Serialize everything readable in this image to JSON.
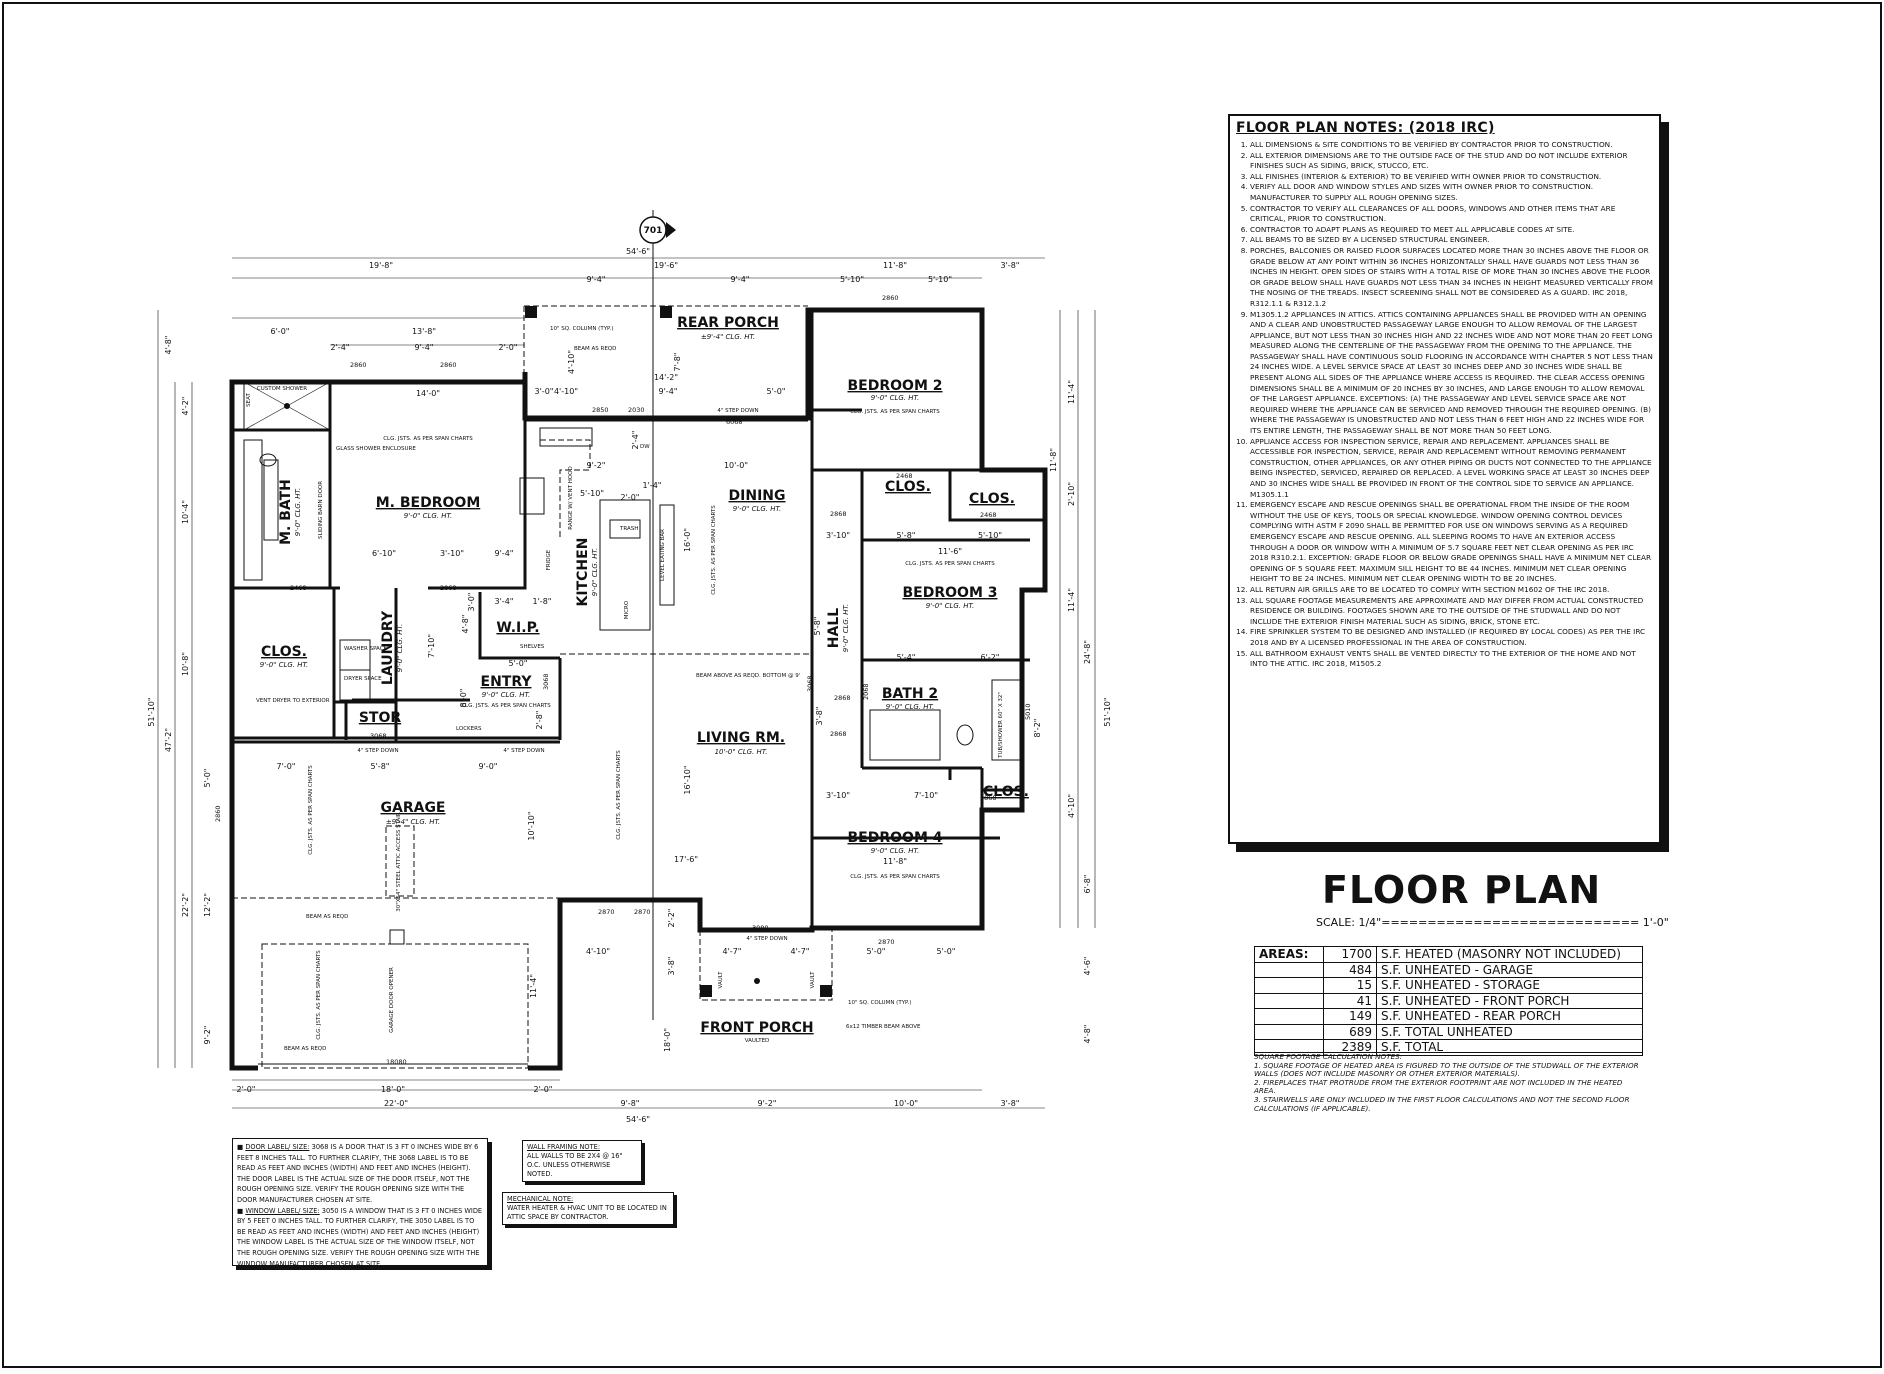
{
  "notes": {
    "title": "FLOOR PLAN NOTES: (2018 IRC)",
    "items": [
      "ALL DIMENSIONS & SITE CONDITIONS TO BE VERIFIED BY CONTRACTOR PRIOR TO CONSTRUCTION.",
      "ALL EXTERIOR DIMENSIONS ARE TO THE OUTSIDE FACE OF THE STUD AND DO NOT INCLUDE EXTERIOR FINISHES SUCH AS SIDING, BRICK, STUCCO, ETC.",
      "ALL FINISHES (INTERIOR & EXTERIOR) TO BE VERIFIED WITH OWNER PRIOR TO CONSTRUCTION.",
      "VERIFY ALL DOOR AND WINDOW STYLES AND SIZES WITH OWNER PRIOR TO CONSTRUCTION. MANUFACTURER TO SUPPLY ALL ROUGH OPENING SIZES.",
      "CONTRACTOR TO VERIFY ALL CLEARANCES OF ALL DOORS, WINDOWS AND OTHER ITEMS THAT ARE CRITICAL, PRIOR TO CONSTRUCTION.",
      "CONTRACTOR TO ADAPT PLANS AS REQUIRED TO MEET ALL APPLICABLE CODES AT SITE.",
      "ALL BEAMS TO BE SIZED BY A LICENSED STRUCTURAL ENGINEER.",
      "PORCHES, BALCONIES OR RAISED FLOOR SURFACES LOCATED MORE THAN 30 INCHES ABOVE THE FLOOR OR GRADE BELOW AT ANY POINT WITHIN 36 INCHES HORIZONTALLY SHALL HAVE GUARDS NOT LESS THAN 36 INCHES IN HEIGHT. OPEN SIDES OF STAIRS WITH A TOTAL RISE OF MORE THAN 30 INCHES ABOVE THE FLOOR OR GRADE BELOW SHALL HAVE GUARDS NOT LESS THAN 34 INCHES IN HEIGHT MEASURED VERTICALLY FROM THE NOSING OF THE TREADS. INSECT SCREENING SHALL NOT BE CONSIDERED AS A GUARD. IRC 2018, R312.1.1 & R312.1.2",
      "M1305.1.2 APPLIANCES IN ATTICS. ATTICS CONTAINING APPLIANCES SHALL BE PROVIDED WITH AN OPENING AND A CLEAR AND UNOBSTRUCTED PASSAGEWAY LARGE ENOUGH TO ALLOW REMOVAL OF THE LARGEST APPLIANCE, BUT NOT LESS THAN 30 INCHES HIGH AND 22 INCHES WIDE AND NOT MORE THAN 20 FEET LONG MEASURED ALONG THE CENTERLINE OF THE PASSAGEWAY FROM THE OPENING TO THE APPLIANCE. THE PASSAGEWAY SHALL HAVE CONTINUOUS SOLID FLOORING IN ACCORDANCE WITH CHAPTER 5 NOT LESS THAN 24 INCHES WIDE. A LEVEL SERVICE SPACE AT LEAST 30 INCHES DEEP AND 30 INCHES WIDE SHALL BE PRESENT ALONG ALL SIDES OF THE APPLIANCE WHERE ACCESS IS REQUIRED. THE CLEAR ACCESS OPENING DIMENSIONS SHALL BE A MINIMUM OF 20 INCHES BY 30 INCHES, AND LARGE ENOUGH TO ALLOW REMOVAL OF THE LARGEST APPLIANCE. EXCEPTIONS: (A) THE PASSAGEWAY AND LEVEL SERVICE SPACE ARE NOT REQUIRED WHERE THE APPLIANCE CAN BE SERVICED AND REMOVED THROUGH THE REQUIRED OPENING. (B) WHERE THE PASSAGEWAY IS UNOBSTRUCTED AND NOT LESS THAN 6 FEET HIGH AND 22 INCHES WIDE FOR ITS ENTIRE LENGTH, THE PASSAGEWAY SHALL BE NOT MORE THAN 50 FEET LONG.",
      "APPLIANCE ACCESS FOR INSPECTION SERVICE, REPAIR AND REPLACEMENT. APPLIANCES SHALL BE ACCESSIBLE FOR INSPECTION, SERVICE, REPAIR AND REPLACEMENT WITHOUT REMOVING PERMANENT CONSTRUCTION, OTHER APPLIANCES, OR ANY OTHER PIPING OR DUCTS NOT CONNECTED TO THE APPLIANCE BEING INSPECTED, SERVICED, REPAIRED OR REPLACED. A LEVEL WORKING SPACE AT LEAST 30 INCHES DEEP AND 30 INCHES WIDE SHALL BE PROVIDED IN FRONT OF THE CONTROL SIDE TO SERVICE AN APPLIANCE. M1305.1.1",
      "EMERGENCY ESCAPE AND RESCUE OPENINGS SHALL BE OPERATIONAL FROM THE INSIDE OF THE ROOM WITHOUT THE USE OF KEYS, TOOLS OR SPECIAL KNOWLEDGE. WINDOW OPENING CONTROL DEVICES COMPLYING WITH ASTM F 2090 SHALL BE PERMITTED FOR USE ON WINDOWS SERVING AS A REQUIRED EMERGENCY ESCAPE AND RESCUE OPENING. ALL SLEEPING ROOMS TO HAVE AN EXTERIOR ACCESS THROUGH A DOOR OR WINDOW WITH A MINIMUM OF 5.7 SQUARE FEET NET CLEAR OPENING AS PER IRC 2018 R310.2.1. EXCEPTION: GRADE FLOOR OR BELOW GRADE OPENINGS SHALL HAVE A MINIMUM NET CLEAR OPENING OF 5 SQUARE FEET. MAXIMUM SILL HEIGHT TO BE 44 INCHES. MINIMUM NET CLEAR OPENING HEIGHT TO BE 24 INCHES. MINIMUM NET CLEAR OPENING WIDTH TO BE 20 INCHES.",
      "ALL RETURN AIR GRILLS ARE TO BE LOCATED TO COMPLY WITH SECTION M1602 OF THE IRC 2018.",
      "ALL SQUARE FOOTAGE MEASUREMENTS ARE APPROXIMATE AND MAY DIFFER FROM ACTUAL CONSTRUCTED RESIDENCE OR BUILDING. FOOTAGES SHOWN ARE TO THE OUTSIDE OF THE STUDWALL AND DO NOT INCLUDE THE EXTERIOR FINISH MATERIAL SUCH AS SIDING, BRICK, STONE ETC.",
      "FIRE SPRINKLER SYSTEM TO BE DESIGNED AND INSTALLED (IF REQUIRED BY LOCAL CODES) AS PER THE IRC 2018 AND BY A LICENSED PROFESSIONAL IN THE AREA OF CONSTRUCTION.",
      "ALL BATHROOM EXHAUST VENTS SHALL BE VENTED DIRECTLY TO THE EXTERIOR OF THE HOME AND NOT INTO THE ATTIC. IRC 2018, M1505.2"
    ]
  },
  "title": "FLOOR PLAN",
  "scale": "SCALE: 1/4\"============================ 1'-0\"",
  "areas": {
    "header": "AREAS:",
    "rows": [
      {
        "value": "1700",
        "label": "S.F. HEATED (MASONRY NOT INCLUDED)"
      },
      {
        "value": "484",
        "label": "S.F. UNHEATED - GARAGE"
      },
      {
        "value": "15",
        "label": "S.F. UNHEATED - STORAGE"
      },
      {
        "value": "41",
        "label": "S.F. UNHEATED - FRONT PORCH"
      },
      {
        "value": "149",
        "label": "S.F. UNHEATED - REAR PORCH"
      },
      {
        "value": "689",
        "label": "S.F. TOTAL UNHEATED"
      },
      {
        "value": "2389",
        "label": "S.F. TOTAL"
      }
    ],
    "notes_title": "SQUARE FOOTAGE CALCULATION NOTES:",
    "notes": [
      "1. SQUARE FOOTAGE OF HEATED AREA IS FIGURED TO THE OUTSIDE OF THE STUDWALL OF THE EXTERIOR WALLS (DOES NOT INCLUDE MASONRY OR OTHER EXTERIOR MATERIALS).",
      "2. FIREPLACES THAT PROTRUDE FROM THE EXTERIOR FOOTPRINT ARE NOT INCLUDED IN THE HEATED AREA.",
      "3. STAIRWELLS ARE ONLY INCLUDED IN THE FIRST FLOOR CALCULATIONS AND NOT THE SECOND FLOOR CALCULATIONS (IF APPLICABLE)."
    ]
  },
  "door_note": {
    "door_heading": "DOOR LABEL/ SIZE:",
    "door_text": "3068 IS A DOOR THAT IS 3 FT 0 INCHES WIDE BY 6 FEET 8 INCHES TALL. TO FURTHER CLARIFY, THE 3068 LABEL IS TO BE READ AS FEET AND INCHES (WIDTH) AND FEET AND INCHES (HEIGHT). THE DOOR LABEL IS THE ACTUAL SIZE OF THE DOOR ITSELF, NOT THE ROUGH OPENING SIZE. VERIFY THE ROUGH OPENING SIZE WITH THE DOOR MANUFACTURER CHOSEN AT SITE.",
    "window_heading": "WINDOW LABEL/ SIZE:",
    "window_text": "3050 IS A WINDOW THAT IS 3 FT 0 INCHES WIDE BY 5 FEET 0 INCHES TALL. TO FURTHER CLARIFY, THE 3050 LABEL IS TO BE READ AS FEET AND INCHES (WIDTH) AND FEET AND INCHES (HEIGHT) THE WINDOW LABEL IS THE ACTUAL SIZE OF THE WINDOW ITSELF, NOT THE ROUGH OPENING SIZE. VERIFY THE ROUGH OPENING SIZE WITH THE WINDOW MANUFACTURER CHOSEN AT SITE."
  },
  "wall_note": {
    "heading": "WALL FRAMING NOTE:",
    "text": "ALL WALLS TO BE 2X4 @ 16\" O.C. UNLESS OTHERWISE NOTED."
  },
  "mech_note": {
    "heading": "MECHANICAL NOTE:",
    "text": "WATER HEATER & HVAC UNIT TO BE LOCATED IN ATTIC SPACE BY CONTRACTOR."
  },
  "plan": {
    "section_tag": "701",
    "rooms": {
      "rear_porch": "REAR PORCH",
      "rear_porch_ht": "±9'-4\" CLG. HT.",
      "bedroom2": "BEDROOM 2",
      "bedroom2_ht": "9'-0\" CLG. HT.",
      "m_bedroom": "M. BEDROOM",
      "m_bedroom_ht": "9'-0\" CLG. HT.",
      "m_bath": "M. BATH",
      "m_bath_ht": "9'-0\" CLG. HT.",
      "dining": "DINING",
      "dining_ht": "9'-0\" CLG. HT.",
      "kitchen": "KITCHEN",
      "kitchen_ht": "9'-0\" CLG. HT.",
      "clos_a": "CLOS.",
      "clos_b": "CLOS.",
      "clos_c": "CLOS.",
      "bedroom3": "BEDROOM 3",
      "bedroom3_ht": "9'-0\" CLG. HT.",
      "hall": "HALL",
      "hall_ht": "9'-0\" CLG. HT.",
      "clos_mb": "CLOS.",
      "clos_mb_ht": "9'-0\" CLG. HT.",
      "laundry": "LAUNDRY",
      "laundry_ht": "9'-0\" CLG. HT.",
      "wip": "W.I.P.",
      "entry": "ENTRY",
      "entry_ht": "9'-0\" CLG. HT.",
      "living": "LIVING RM.",
      "living_ht": "10'-0\" CLG. HT.",
      "bath2": "BATH 2",
      "bath2_ht": "9'-0\" CLG. HT.",
      "stor": "STOR",
      "garage": "GARAGE",
      "garage_ht": "±9'-4\" CLG. HT.",
      "bedroom4": "BEDROOM 4",
      "bedroom4_ht": "9'-0\" CLG. HT.",
      "front_porch": "FRONT PORCH",
      "front_porch_sub": "VAULTED"
    },
    "labels": {
      "joists": "CLG. JSTS. AS PER SPAN CHARTS",
      "custom_shower": "CUSTOM SHOWER",
      "seat": "SEAT",
      "glass_shower": "GLASS SHOWER ENCLOSURE",
      "barn_door": "SLIDING BARN DOOR",
      "column_rear": "10\" SQ. COLUMN (TYP.)",
      "beam_rear": "BEAM AS REQD",
      "step_rear": "4\" STEP DOWN",
      "step_garage1": "4\" STEP DOWN",
      "step_garage2": "4\" STEP DOWN",
      "step_front": "4\" STEP DOWN",
      "vent_dryer": "VENT DRYER TO EXTERIOR",
      "washer": "WASHER SPACE",
      "dryer": "DRYER SPACE",
      "shelves": "SHELVES",
      "lockers": "LOCKERS",
      "beam_living": "BEAM ABOVE AS REQD. BOTTOM @ 9'",
      "trash": "TRASH",
      "micro": "MICRO",
      "level_bar": "LEVEL EATING BAR",
      "fridge": "FRIDGE",
      "range": "RANGE W/ VENT HOOD",
      "dw": "DW",
      "attic_stair": "30\"X54\" STEEL ATTIC ACCESS STAIR",
      "beam_garage1": "BEAM AS REQD",
      "beam_garage2": "BEAM AS REQD",
      "door_opener": "GARAGE DOOR OPENER",
      "column_front": "10\" SQ. COLUMN (TYP.)",
      "timber_beam": "6x12 TIMBER BEAM ABOVE",
      "vault_l": "VAULT",
      "vault_r": "VAULT",
      "tub": "TUB/SHOWER 60\" X 32\""
    },
    "door_tags": {
      "d2860a": "2860",
      "d2860b": "2860",
      "d2860c": "2860",
      "d2860d": "2860",
      "d2850": "2850",
      "d6068": "6068",
      "d2030": "2030",
      "d2468a": "2468",
      "d2468b": "2468",
      "d2468c": "2468",
      "d2868a": "2868",
      "d2868b": "2868",
      "d2868c": "2868",
      "d2868d": "2868",
      "d2868e": "2868",
      "d3068a": "3068",
      "d3068b": "3068",
      "d3068c": "3068",
      "d2870a": "2870",
      "d2870b": "2870",
      "d2870c": "2870",
      "d3080": "3080",
      "d2068": "2068",
      "d5010": "5010",
      "d18080": "18080"
    },
    "dims_top": {
      "overall": "54'-6\"",
      "a1": "19'-8\"",
      "a2": "19'-6\"",
      "a3": "11'-8\"",
      "a4": "3'-8\"",
      "b1": "9'-4\"",
      "b2": "9'-4\"",
      "b3": "5'-10\"",
      "b4": "5'-10\"",
      "c1": "6'-0\"",
      "c2": "13'-8\"",
      "d1": "2'-4\"",
      "d2": "9'-4\"",
      "d3": "2'-0\""
    },
    "dims_bottom": {
      "overall": "54'-6\"",
      "a1": "22'-0\"",
      "a2": "9'-8\"",
      "a3": "9'-2\"",
      "a4": "10'-0\"",
      "a5": "3'-8\"",
      "b1": "2'-0\"",
      "b2": "18'-0\"",
      "b3": "2'-0\""
    },
    "dims_left": {
      "overall": "51'-10\"",
      "a1": "47'-2\"",
      "a2": "4'-8\"",
      "b1": "4'-2\"",
      "b2": "10'-4\"",
      "b3": "10'-8\"",
      "b4": "22'-2\"",
      "c1": "5'-0\"",
      "c2": "12'-2\"",
      "c3": "9'-2\"",
      "c4": "2'-8\"",
      "c5": "3'-0\""
    },
    "dims_right": {
      "overall": "51'-10\"",
      "a1": "24'-8\"",
      "a2": "11'-4\"",
      "a3": "2'-10\"",
      "a4": "11'-4\"",
      "a5": "6'-8\"",
      "a6": "4'-6\"",
      "a7": "4'-8\"",
      "a8": "4'-10\""
    },
    "dims_inner": {
      "i1": "14'-0\"",
      "i2": "3'-0\"",
      "i3": "4'-10\"",
      "i4": "9'-4\"",
      "i5": "5'-0\"",
      "i6": "14'-2\"",
      "i7": "9'-2\"",
      "i8": "10'-0\"",
      "i9": "5'-10\"",
      "i10": "2'-0\"",
      "i11": "1'-4\"",
      "i12": "2'-4\"",
      "i13": "7'-8\"",
      "i14": "16'-0\"",
      "i15": "6'-10\"",
      "i16": "3'-10\"",
      "i17": "9'-4\"",
      "i18": "5'-8\"",
      "i19": "5'-10\"",
      "i20": "11'-6\"",
      "i21": "3'-10\"",
      "i22": "5'-4\"",
      "i23": "6'-2\"",
      "i24": "7'-10\"",
      "i25": "4'-8\"",
      "i26": "3'-4\"",
      "i27": "1'-8\"",
      "i28": "5'-0\"",
      "i29": "8'-0\"",
      "i30": "7'-0\"",
      "i31": "5'-8\"",
      "i32": "9'-0\"",
      "i33": "16'-10\"",
      "i34": "17'-6\"",
      "i35": "10'-10\"",
      "i36": "3'-10\"",
      "i37": "7'-10\"",
      "i38": "11'-8\"",
      "i39": "4'-10\"",
      "i40": "4'-7\"",
      "i41": "4'-7\"",
      "i42": "5'-0\"",
      "i43": "5'-0\"",
      "i44": "3'-8\"",
      "i45": "2'-2\"",
      "i46": "11'-4\"",
      "i47": "18'-0\"",
      "i48": "3'-8\"",
      "i49": "4'-10\"",
      "i50": "5'-8\"",
      "i51": "8'-2\"",
      "i52": "11'-8\""
    }
  }
}
